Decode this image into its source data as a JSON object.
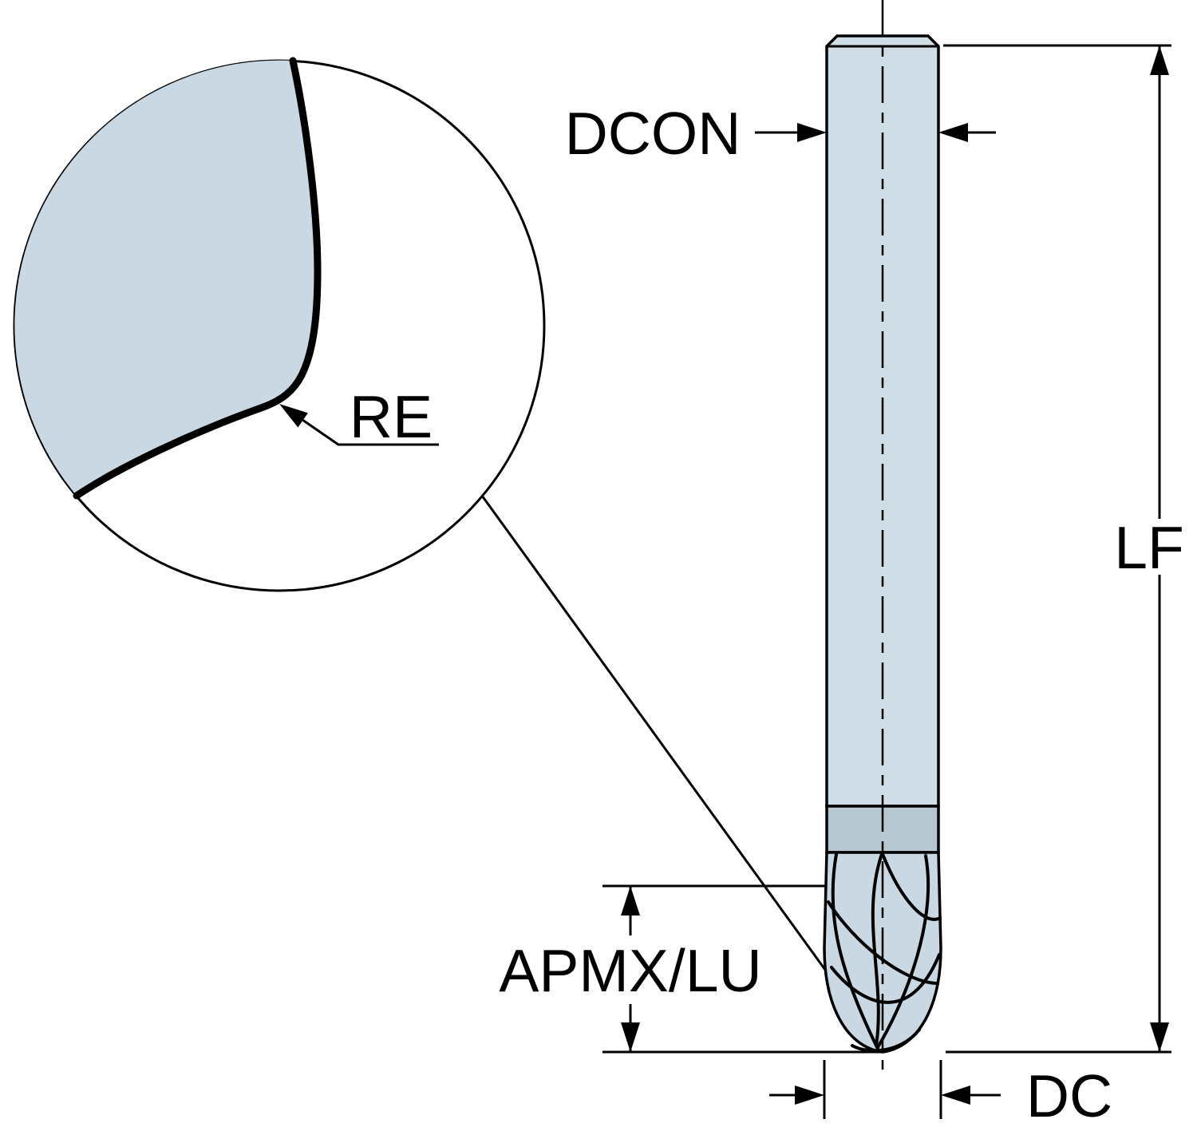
{
  "diagram": {
    "type": "technical-dimension-drawing",
    "subject": "ball-nose-end-mill",
    "labels": {
      "dcon": "DCON",
      "lf": "LF",
      "re": "RE",
      "apmx_lu": "APMX/LU",
      "dc": "DC"
    },
    "colors": {
      "background": "#ffffff",
      "outline": "#000000",
      "shank_fill": "#cfdde7",
      "neck_fill": "#b7c7d2",
      "head_fill": "#c9d8e2",
      "detail_insert_fill": "#c9d8e2"
    }
  }
}
